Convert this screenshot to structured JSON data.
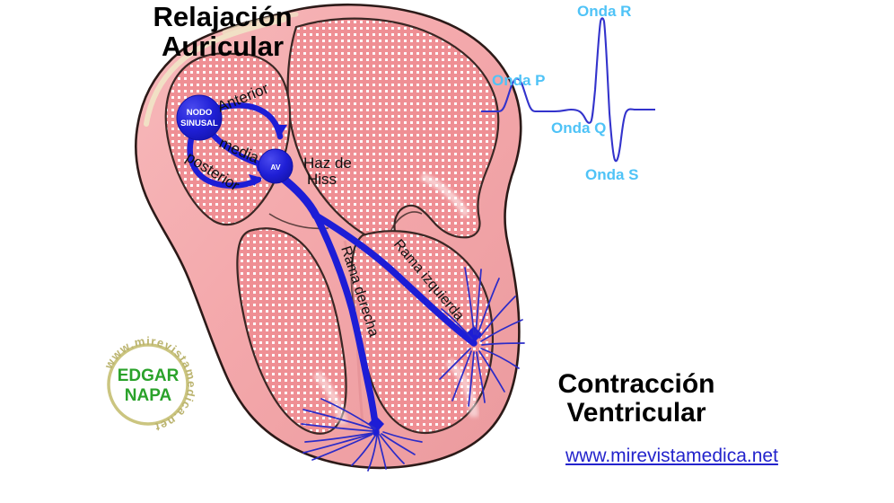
{
  "figure": {
    "title_left": "Relajación\nAuricular",
    "title_right": "Contracción\nVentricular",
    "site_url": "www.mirevistamedica.net"
  },
  "heart": {
    "nodes": [
      {
        "id": "sinus",
        "label": "NODO\nSINUSAL",
        "line1": "NODO",
        "line2": "SINUSAL"
      },
      {
        "id": "av",
        "label": "AV"
      }
    ],
    "pathways": [
      {
        "id": "anterior",
        "label": "Anterior"
      },
      {
        "id": "media",
        "label": "media"
      },
      {
        "id": "posterior",
        "label": "posterior"
      }
    ],
    "structures": [
      {
        "id": "his",
        "label": "Haz de\nHiss",
        "line1": "Haz de",
        "line2": "Hiss"
      },
      {
        "id": "right-branch",
        "label": "Rama derecha"
      },
      {
        "id": "left-branch",
        "label": "Rama izquierda"
      }
    ],
    "colors": {
      "myocardium": "#f3a0a4",
      "chamber_wall": "#ef8f94",
      "outline": "#3a2724",
      "conduction": "#1d1dd6",
      "node_fill": "#1a1ad4",
      "purkinje": "#2b2bc8"
    }
  },
  "ecg": {
    "waves": [
      {
        "id": "p",
        "label": "Onda P"
      },
      {
        "id": "q",
        "label": "Onda Q"
      },
      {
        "id": "r",
        "label": "Onda R"
      },
      {
        "id": "s",
        "label": "Onda S"
      }
    ],
    "trace_color": "#3333cc",
    "label_color": "#4fc3f7"
  },
  "watermark": {
    "ring_text": "www.mirevistamedica.net",
    "center_line1": "EDGAR",
    "center_line2": "NAPA",
    "center_color": "#1f9e1f",
    "ring_color": "#c9c27a"
  }
}
